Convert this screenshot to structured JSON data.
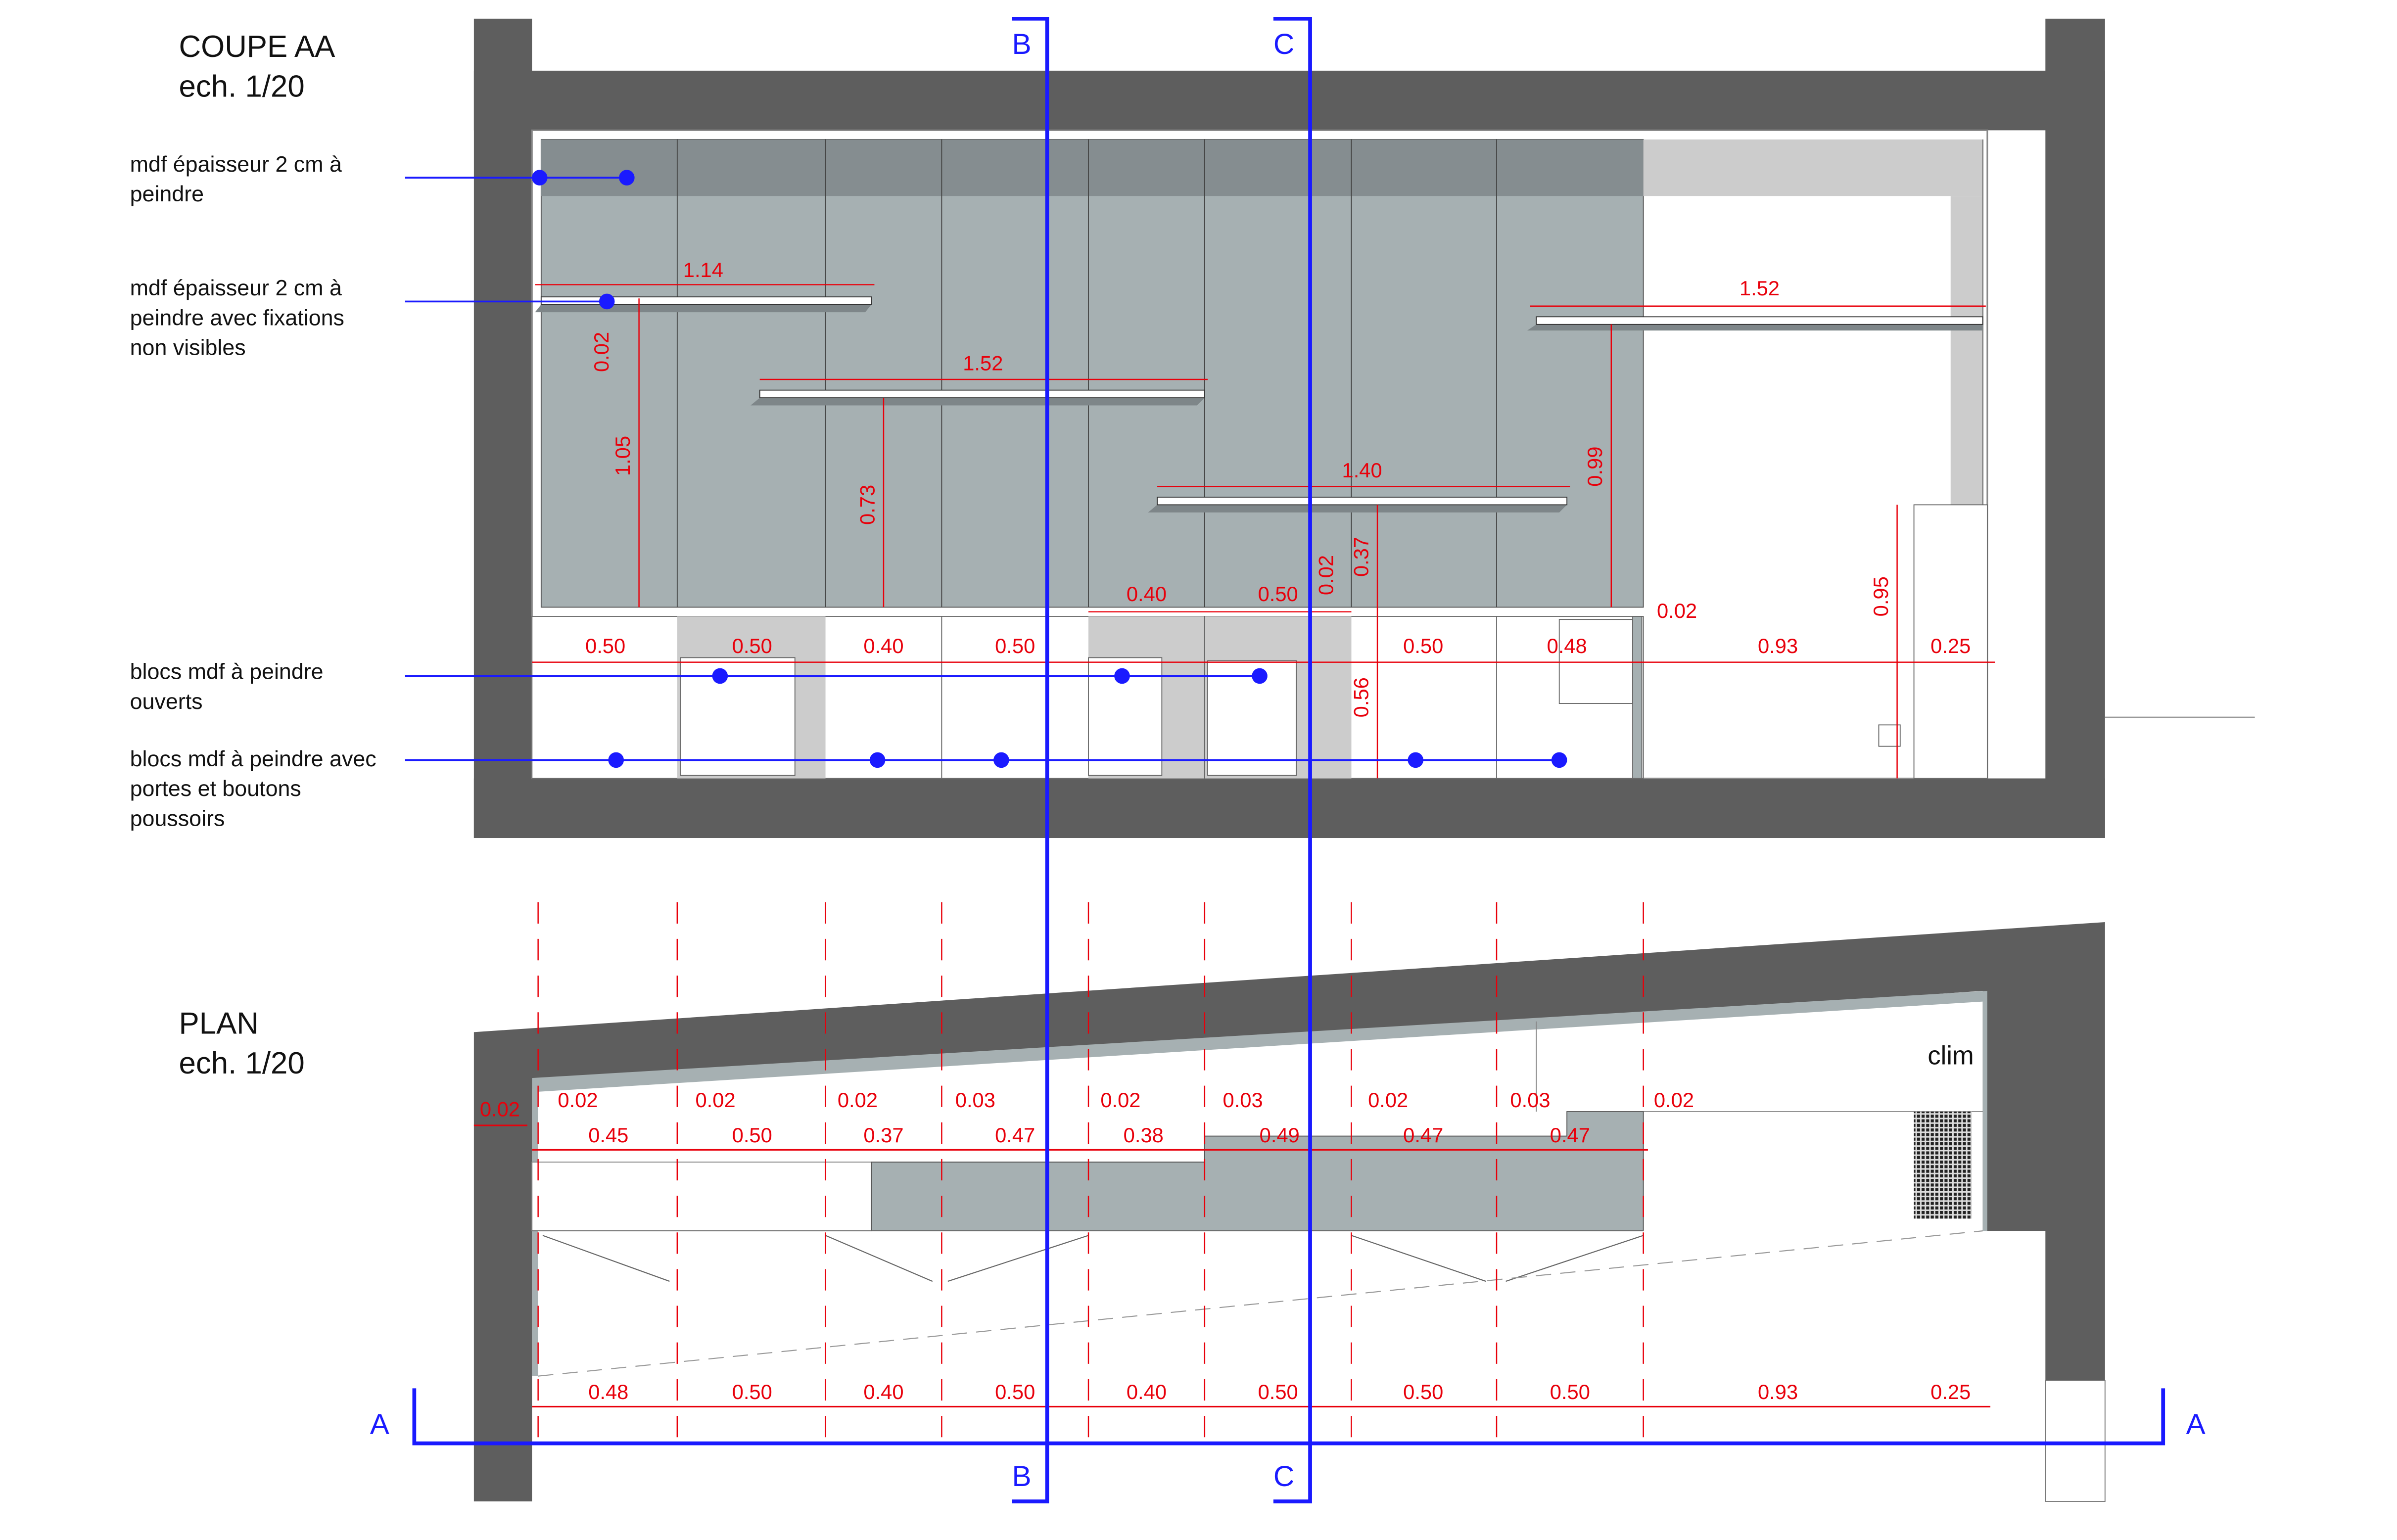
{
  "coupe": {
    "title": "COUPE AA",
    "scale": "ech. 1/20"
  },
  "plan": {
    "title": "PLAN",
    "scale": "ech. 1/20",
    "clim_label": "clim"
  },
  "annotations": [
    {
      "lines": [
        "mdf épaisseur 2 cm à",
        "peindre"
      ]
    },
    {
      "lines": [
        "mdf épaisseur 2 cm à",
        "peindre avec fixations",
        "non visibles"
      ]
    },
    {
      "lines": [
        "blocs mdf à peindre",
        "ouverts"
      ]
    },
    {
      "lines": [
        "blocs mdf à peindre avec",
        "portes et boutons",
        "poussoirs"
      ]
    }
  ],
  "section_markers": {
    "b": "B",
    "c": "C",
    "a": "A"
  },
  "colors": {
    "wall": "#5e5e5e",
    "panel": "#a6b0b2",
    "panel_dark": "#858d90",
    "light": "#cccccc",
    "dimension": "#e8000b",
    "section": "#1a1aff"
  },
  "coupe_dims": {
    "shelves": [
      "1.14",
      "1.52",
      "1.40",
      "1.52"
    ],
    "vertical": [
      "0.02",
      "1.05",
      "0.73",
      "0.99",
      "0.37",
      "0.02",
      "0.95",
      "0.56"
    ],
    "upper_row": [
      "0.40",
      "0.50"
    ],
    "gap": "0.02",
    "base_row": [
      "0.50",
      "0.50",
      "0.40",
      "0.50",
      "0.50",
      "0.48",
      "0.93",
      "0.25"
    ]
  },
  "plan_dims": {
    "thickness_row": [
      "0.02",
      "0.02",
      "0.02",
      "0.02",
      "0.03",
      "0.02",
      "0.03",
      "0.02",
      "0.03",
      "0.02"
    ],
    "depth_row": [
      "0.45",
      "0.50",
      "0.37",
      "0.47",
      "0.38",
      "0.49",
      "0.47",
      "0.47"
    ],
    "width_row": [
      "0.48",
      "0.50",
      "0.40",
      "0.50",
      "0.40",
      "0.50",
      "0.50",
      "0.50",
      "0.93",
      "0.25"
    ]
  }
}
